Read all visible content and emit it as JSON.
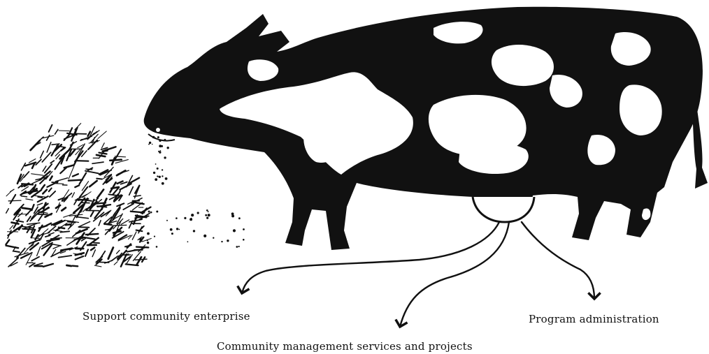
{
  "labels": {
    "support": "Support community enterprise",
    "program": "Program administration",
    "community": "Community management services and projects"
  },
  "colors": {
    "ink": "#111111",
    "paper": "#ffffff"
  },
  "icons": {
    "animal": "cow-illustration-icon",
    "hay": "hay-pile-icon"
  }
}
